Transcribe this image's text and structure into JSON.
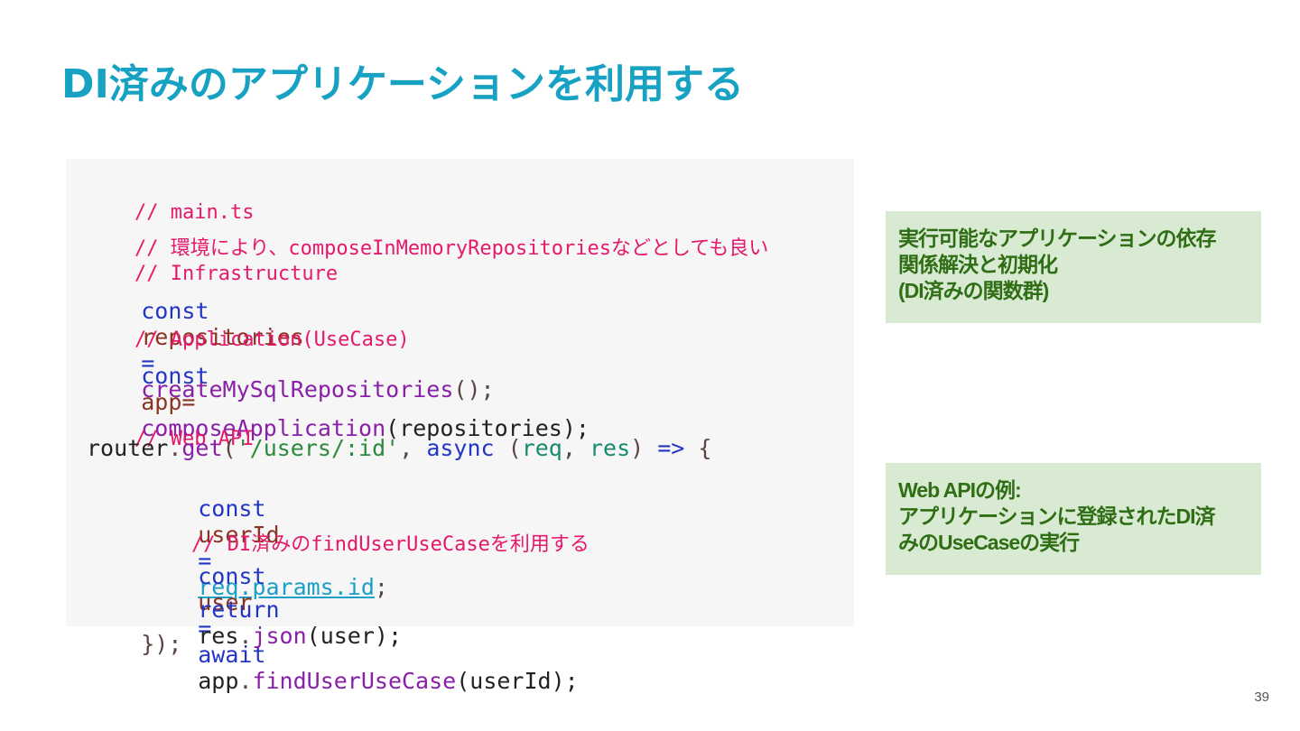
{
  "slide": {
    "title": "DI済みのアプリケーションを利用する",
    "page_number": "39"
  },
  "code": {
    "line1": "// main.ts",
    "line2": "// 環境により、composeInMemoryRepositoriesなどとしても良い",
    "line3": "// Infrastructure",
    "line4": {
      "kw": "const",
      "var": "repositories",
      "op": "=",
      "fn": "createMySqlRepositories",
      "tail": "();"
    },
    "line5": "// Application(UseCase)",
    "line6": {
      "kw": "const",
      "var": "app=",
      "fn": "composeApplication",
      "tail": "(repositories);"
    },
    "line7": "// Web API",
    "line8": {
      "obj": "router",
      "dot": ".",
      "fn": "get",
      "open": "(",
      "str": "'/users/:id'",
      "comma": ", ",
      "kw": "async",
      "paren_open": " (",
      "p1": "req",
      "sep": ", ",
      "p2": "res",
      "paren_close": ") ",
      "arrow": "=>",
      "brace": " {"
    },
    "line9": {
      "kw": "const",
      "var": "userId",
      "op": "=",
      "link": "req.params.id",
      "semi": ";"
    },
    "line10": "// DI済みのfindUserUseCaseを利用する",
    "line11": {
      "kw": "const",
      "var": "user",
      "op": "=",
      "kw2": "await",
      "obj": "app",
      "dot": ".",
      "fn": "findUserUseCase",
      "tail": "(userId);"
    },
    "line12": {
      "kw": "return",
      "obj": "res",
      "dot": ".",
      "fn": "json",
      "tail": "(user);"
    },
    "line13": "});"
  },
  "notes": {
    "note1": [
      "実行可能なアプリケーションの依存",
      "関係解決と初期化",
      "(DI済みの関数群)"
    ],
    "note2": [
      "Web APIの例:",
      "アプリケーションに登録されたDI済",
      "みのUseCaseの実行"
    ]
  }
}
